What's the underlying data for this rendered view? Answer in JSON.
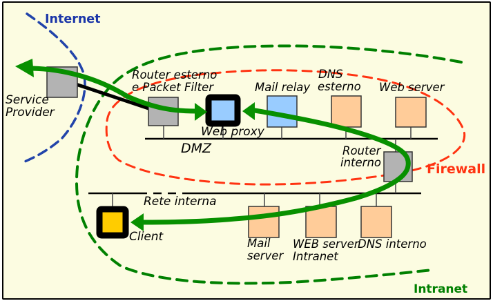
{
  "diagram": {
    "regions": {
      "internet": "Internet",
      "intranet": "Intranet",
      "firewall": "Firewall"
    },
    "networks": {
      "dmz": "DMZ",
      "rete_interna": "Rete interna"
    },
    "nodes": {
      "service_provider": {
        "line1": "Service",
        "line2": "Provider"
      },
      "router_esterno": {
        "line1": "Router esterno",
        "line2": "e Packet Filter"
      },
      "web_proxy": {
        "label": "Web proxy"
      },
      "mail_relay": {
        "label": "Mail relay"
      },
      "dns_esterno": {
        "line1": "DNS",
        "line2": "esterno"
      },
      "web_server": {
        "label": "Web server"
      },
      "router_interno": {
        "line1": "Router",
        "line2": "interno"
      },
      "client": {
        "label": "Client"
      },
      "mail_server": {
        "line1": "Mail",
        "line2": "server"
      },
      "web_server_intranet": {
        "line1": "WEB server",
        "line2": "Intranet"
      },
      "dns_interno": {
        "label": "DNS interno"
      }
    },
    "colors": {
      "background": "#FCFCE1",
      "internet_label": "#1A35A8",
      "internet_boundary": "#2244AA",
      "intranet_green": "#008000",
      "firewall_red": "#FF3311",
      "flow_green": "#089000",
      "node_gray": "#B3B3B3",
      "node_blue": "#99CCFF",
      "node_orange": "#FFCC99",
      "client_yellow": "#FFCC00"
    }
  }
}
